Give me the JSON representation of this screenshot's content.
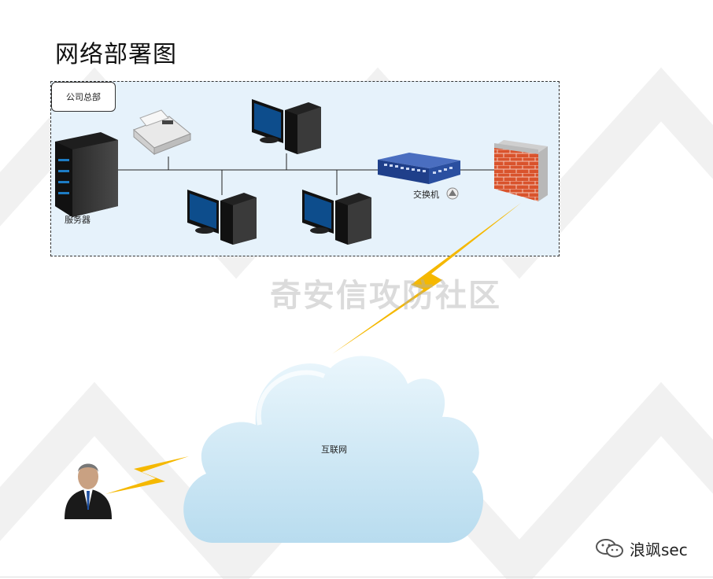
{
  "title": "网络部署图",
  "hq_label": "公司总部",
  "nodes": {
    "server": "服务器",
    "switch": "交换机",
    "internet": "互联网"
  },
  "watermark": "奇安信攻防社区",
  "brand": "浪飒sec",
  "colors": {
    "hq_fill": "#e6f2fb",
    "lightning": "#f5b800",
    "firewall": "#d9532c",
    "switch": "#2a4fa0",
    "cloud": "#cde8f5"
  }
}
